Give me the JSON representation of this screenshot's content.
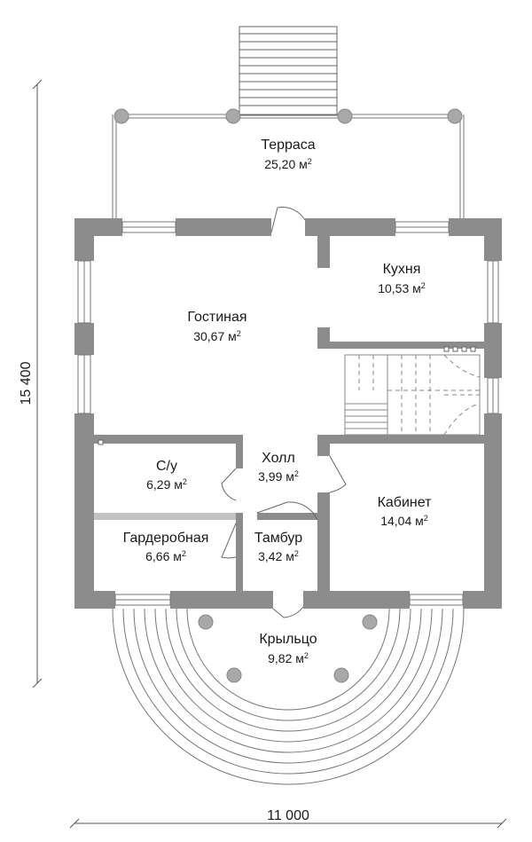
{
  "rooms": {
    "terrace": {
      "name": "Терраса",
      "area": "25,20 м",
      "unit_sup": "2"
    },
    "kitchen": {
      "name": "Кухня",
      "area": "10,53 м",
      "unit_sup": "2"
    },
    "living": {
      "name": "Гостиная",
      "area": "30,67 м",
      "unit_sup": "2"
    },
    "hall": {
      "name": "Холл",
      "area": "3,99 м",
      "unit_sup": "2"
    },
    "bathroom": {
      "name": "С/у",
      "area": "6,29 м",
      "unit_sup": "2"
    },
    "study": {
      "name": "Кабинет",
      "area": "14,04 м",
      "unit_sup": "2"
    },
    "wardrobe": {
      "name": "Гардеробная",
      "area": "6,66 м",
      "unit_sup": "2"
    },
    "vestibule": {
      "name": "Тамбур",
      "area": "3,42 м",
      "unit_sup": "2"
    },
    "porch": {
      "name": "Крыльцо",
      "area": "9,82 м",
      "unit_sup": "2"
    }
  },
  "dimensions": {
    "width": "11 000",
    "height": "15 400"
  },
  "colors": {
    "wall": "#8c8c8c",
    "line": "#555555",
    "post": "#a8a8a8"
  }
}
